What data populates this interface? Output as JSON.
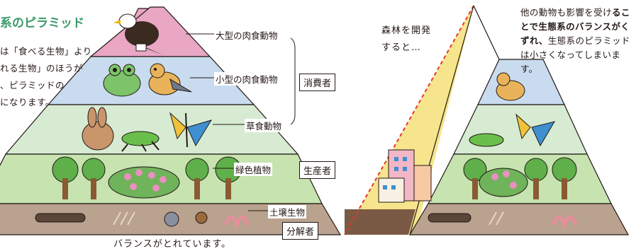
{
  "title": "系のピラミッド",
  "intro_lines": [
    "は「食べる生物」より",
    "れる生物」のほうが",
    "、ピラミッドの",
    "になります。"
  ],
  "levels": {
    "large_carnivore": "大型の肉食動物",
    "small_carnivore": "小型の肉食動物",
    "herbivore": "草食動物",
    "green_plants": "緑色植物",
    "soil_organisms": "土壌生物"
  },
  "roles": {
    "consumer": "消費者",
    "producer": "生産者",
    "decomposer": "分解者"
  },
  "caption": "バランスがとれています。",
  "forest_lines": [
    "森林を開発",
    "すると…"
  ],
  "explanation": {
    "part1": "他の動物も影響を受け",
    "bold": "ることで生態系のバランスがくずれ、",
    "part2": "生態系のピラミッドは小さくなってしまいます。"
  },
  "colors": {
    "title": "#3a9a6a",
    "tier_top": "#e9a7c4",
    "tier_2": "#c9dbee",
    "tier_3": "#d6ebd2",
    "tier_4": "#c7e3b0",
    "tier_5": "#b9a28e",
    "developed_area": "#f6e58d",
    "cut_line": "#e8352b"
  }
}
